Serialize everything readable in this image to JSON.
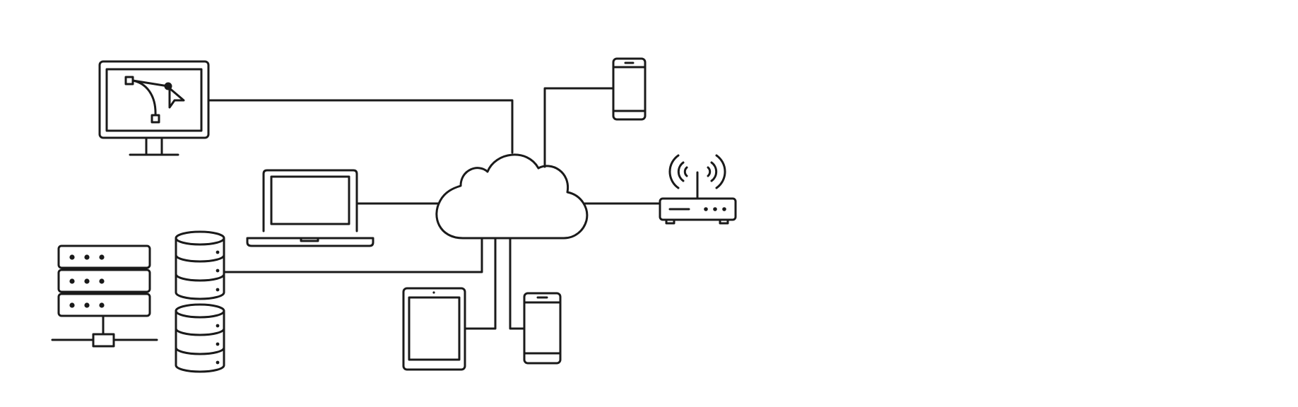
{
  "diagram": {
    "stroke_color": "#1a1a1a",
    "background": "#ffffff",
    "center": {
      "name": "cloud",
      "icon": "cloud-icon"
    },
    "devices": [
      {
        "name": "desktop-monitor",
        "icon": "vector-design-monitor-icon"
      },
      {
        "name": "laptop",
        "icon": "laptop-icon"
      },
      {
        "name": "server-rack",
        "icon": "server-rack-icon"
      },
      {
        "name": "database-top",
        "icon": "database-icon"
      },
      {
        "name": "database-bottom",
        "icon": "database-icon"
      },
      {
        "name": "tablet",
        "icon": "tablet-icon"
      },
      {
        "name": "smartphone-bottom",
        "icon": "smartphone-icon"
      },
      {
        "name": "smartphone-top",
        "icon": "smartphone-icon"
      },
      {
        "name": "wifi-router",
        "icon": "wifi-router-icon"
      }
    ],
    "connections": [
      {
        "from": "cloud",
        "to": "desktop-monitor"
      },
      {
        "from": "cloud",
        "to": "smartphone-top"
      },
      {
        "from": "cloud",
        "to": "laptop"
      },
      {
        "from": "cloud",
        "to": "wifi-router"
      },
      {
        "from": "cloud",
        "to": "database-top"
      },
      {
        "from": "cloud",
        "to": "tablet"
      },
      {
        "from": "cloud",
        "to": "smartphone-bottom"
      }
    ]
  }
}
